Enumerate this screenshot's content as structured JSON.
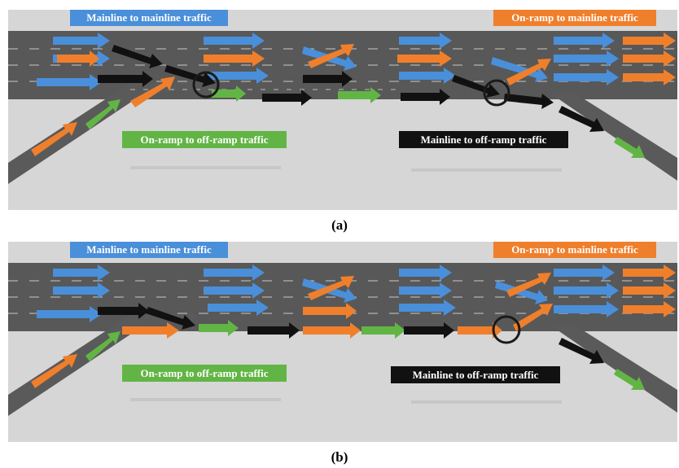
{
  "panels": [
    {
      "caption": "(a)",
      "labels": {
        "mainline_to_mainline": "Mainline to mainline traffic",
        "onramp_to_mainline": "On-ramp to mainline traffic",
        "onramp_to_offramp": "On-ramp to off-ramp traffic",
        "mainline_to_offramp": "Mainline to off-ramp traffic"
      },
      "conflict_points": 2
    },
    {
      "caption": "(b)",
      "labels": {
        "mainline_to_mainline": "Mainline to mainline traffic",
        "onramp_to_mainline": "On-ramp to mainline traffic",
        "onramp_to_offramp": "On-ramp to off-ramp traffic",
        "mainline_to_offramp": "Mainline to off-ramp traffic"
      },
      "conflict_points": 1
    }
  ],
  "colors": {
    "mainline_to_mainline": "#4a8fd9",
    "onramp_to_mainline": "#f07f2c",
    "onramp_to_offramp": "#62b545",
    "mainline_to_offramp": "#111111",
    "road": "#585858",
    "background": "#d6d6d6"
  }
}
